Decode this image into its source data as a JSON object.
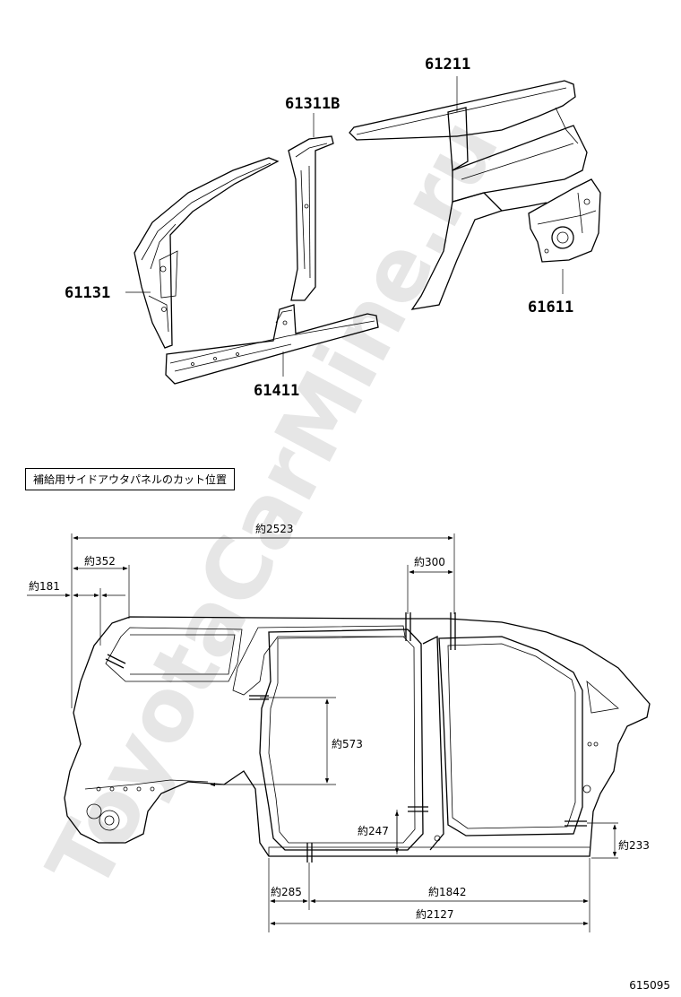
{
  "watermark": "ToyotaCarMine.ru",
  "part_numbers": {
    "p61211": "61211",
    "p61311b": "61311B",
    "p61131": "61131",
    "p61611": "61611",
    "p61411": "61411"
  },
  "section_title": "補給用サイドアウタパネルのカット位置",
  "dimensions": {
    "d2523": "約2523",
    "d352": "約352",
    "d181": "約181",
    "d300": "約300",
    "d573": "約573",
    "d247": "約247",
    "d233": "約233",
    "d285": "約285",
    "d1842": "約1842",
    "d2127": "約2127"
  },
  "diagram_code": "615095"
}
